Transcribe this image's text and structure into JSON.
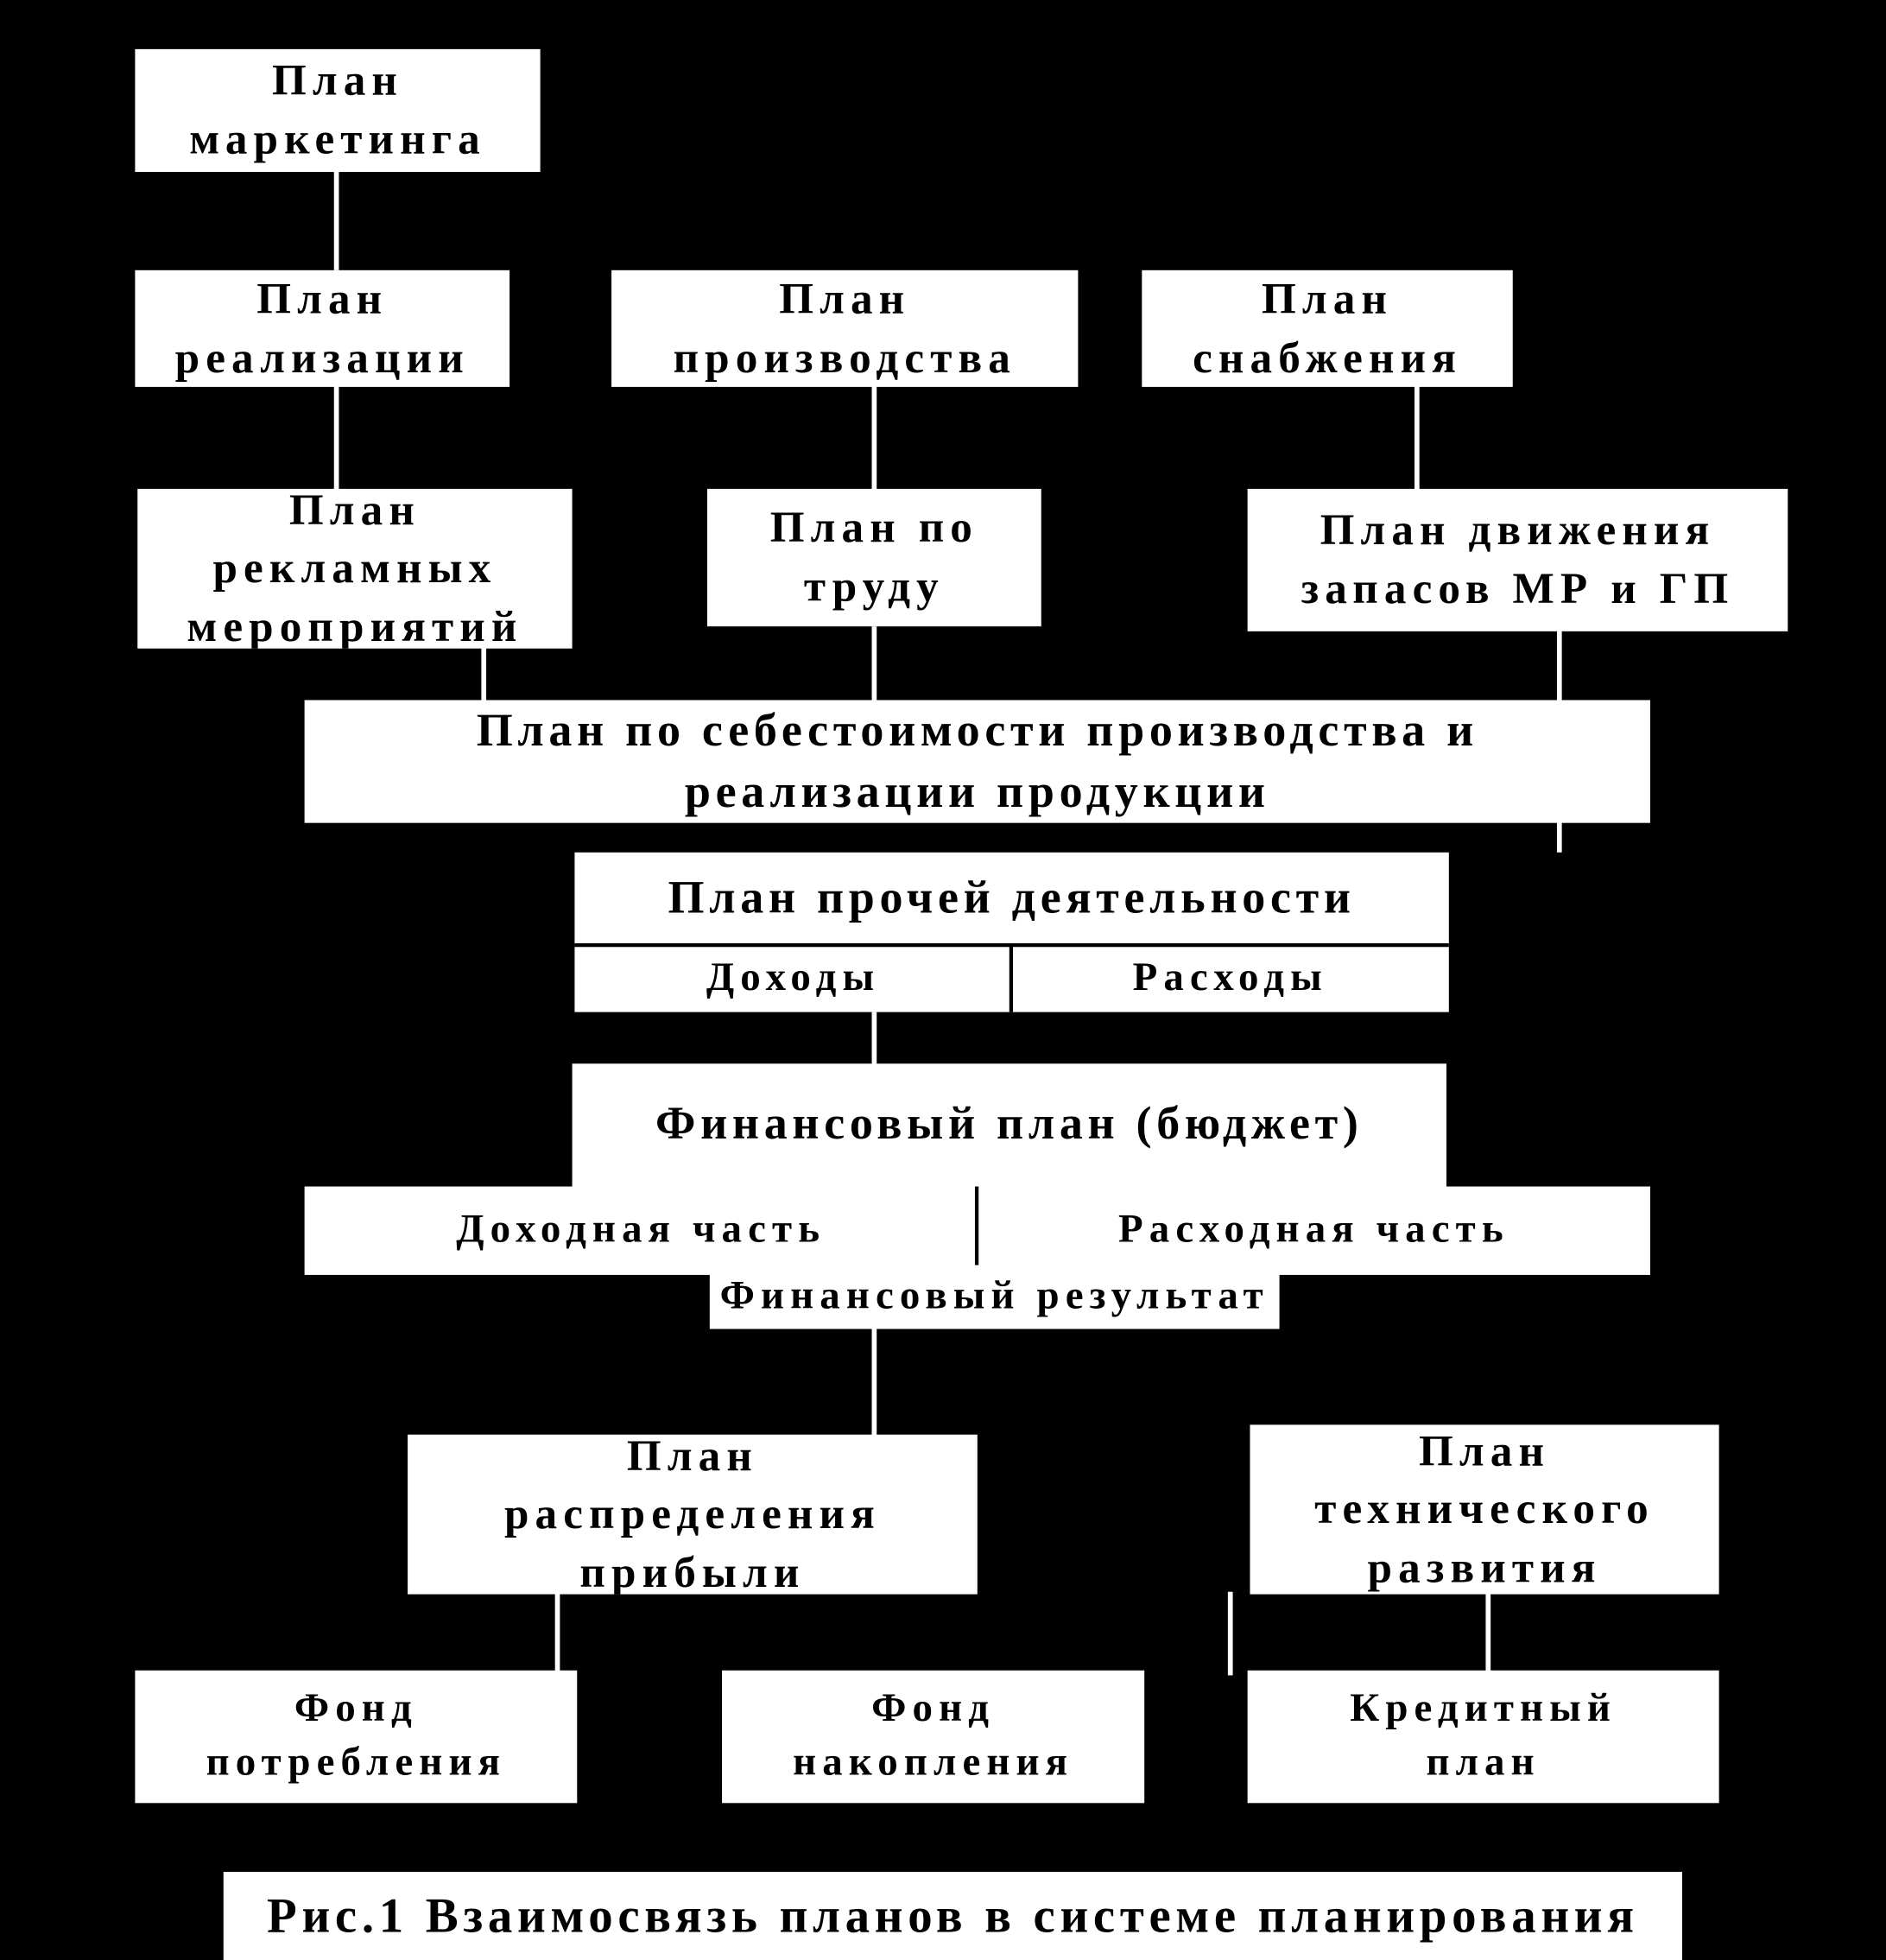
{
  "figure": {
    "caption": "Рис.1 Взаимосвязь планов в системе планирования",
    "background_color": "#000000",
    "box_color": "#ffffff",
    "text_color": "#000000"
  },
  "nodes": {
    "marketing_plan": "План\nмаркетинга",
    "sales_plan": "План\nреализации",
    "production_plan": "План\nпроизводства",
    "supply_plan": "План\nснабжения",
    "advertising_plan": "План\nрекламных\nмероприятий",
    "labour_plan": "План по\nтруду",
    "inventory_plan": "План движения\nзапасов МР и ГП",
    "cost_plan": "План по себестоимости производства и\nреализации продукции",
    "other_activity_plan": "План прочей деятельности",
    "other_activity_income": "Доходы",
    "other_activity_expense": "Расходы",
    "financial_plan": "Финансовый план (бюджет)",
    "financial_income_part": "Доходная часть",
    "financial_expense_part": "Расходная часть",
    "financial_result": "Финансовый результат",
    "profit_distribution_plan": "План\nраспределения\nприбыли",
    "technical_development_plan": "План\nтехнического\nразвития",
    "consumption_fund": "Фонд\nпотребления",
    "accumulation_fund": "Фонд\nнакопления",
    "credit_plan": "Кредитный\nплан"
  }
}
